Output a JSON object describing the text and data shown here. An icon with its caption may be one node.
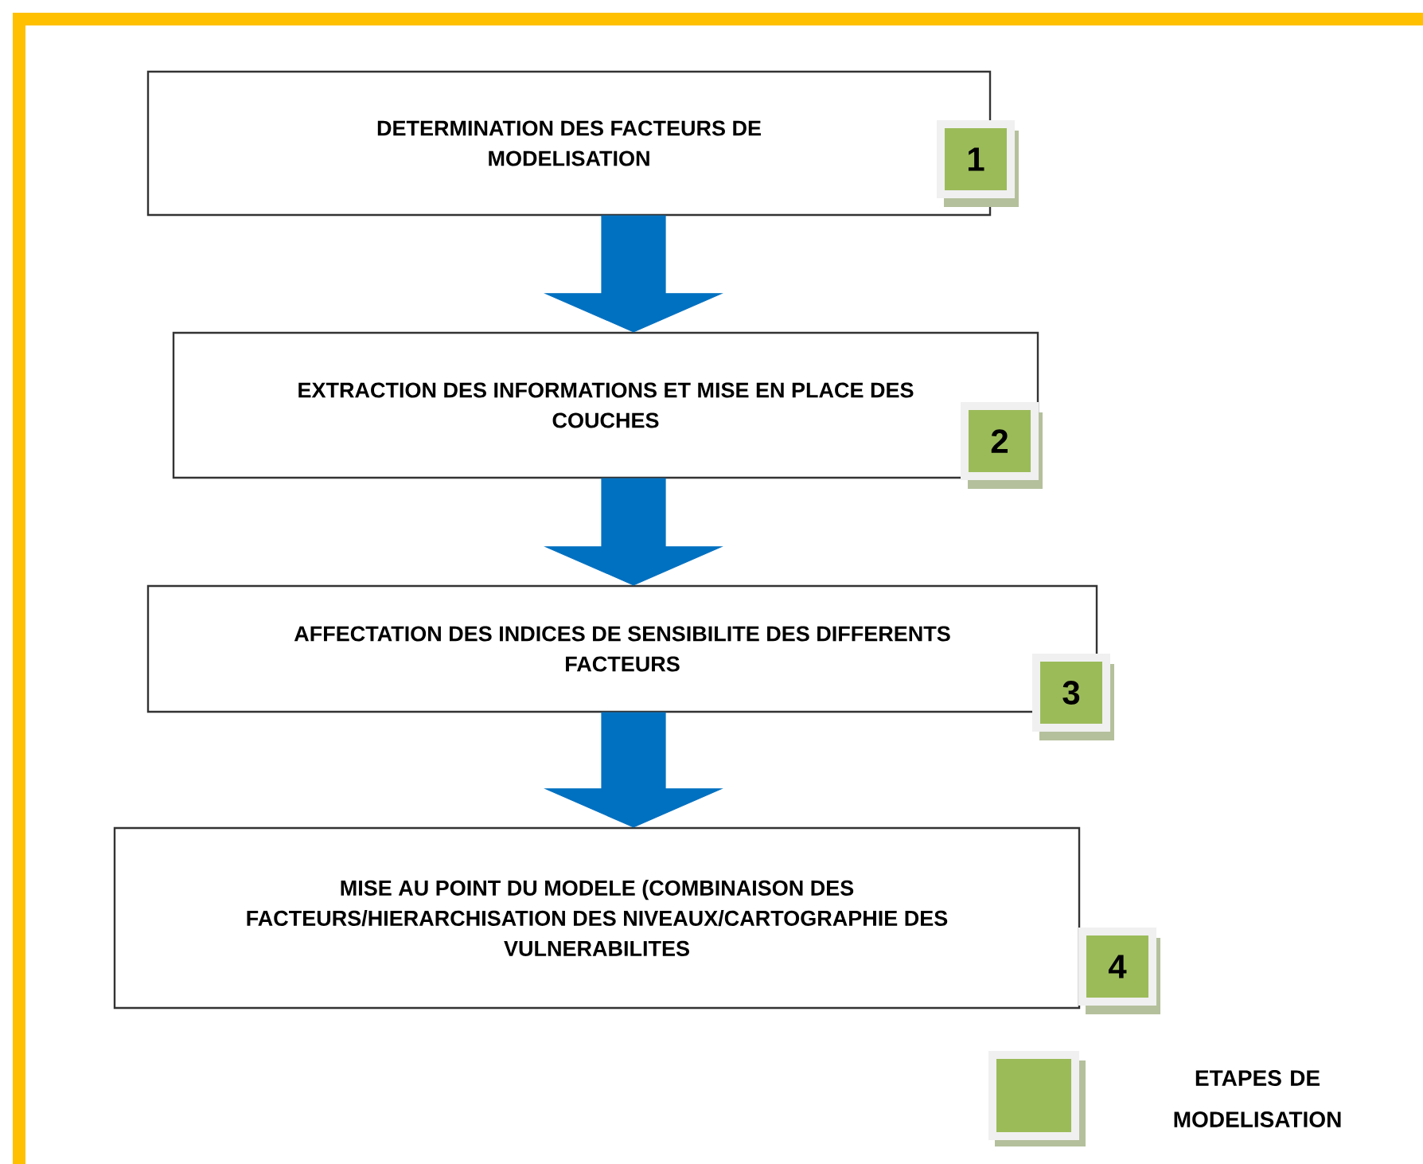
{
  "diagram": {
    "nodes": [
      {
        "text": [
          "DETERMINATION DES FACTEURS DE MODELISATION"
        ]
      },
      {
        "text": [
          "EXTRACTION DES INFORMATIONS ET MISE EN PLACE DES COUCHES"
        ]
      },
      {
        "text": [
          "AFFECTATION DES INDICES DE SENSIBILITE DES DIFFERENTS FACTEURS"
        ]
      },
      {
        "text": [
          "MISE AU POINT DU MODELE (COMBINAISON DES FACTEURS/HIERARCHISATION DES NIVEAUX/CARTOGRAPHIE DES VULNERABILITES"
        ]
      },
      {
        "text": [
          "1"
        ]
      },
      {
        "text": [
          "2"
        ]
      },
      {
        "text": [
          "3"
        ]
      },
      {
        "text": [
          "4"
        ]
      }
    ],
    "edges": [
      {
        "from": 0,
        "to": 1,
        "arrow": "to"
      },
      {
        "from": 1,
        "to": 2,
        "arrow": "to"
      },
      {
        "from": 2,
        "to": 3,
        "arrow": "to"
      }
    ],
    "legend": [
      {
        "text": "ETAPES DE MODELISATION",
        "color": "#9bbb59"
      }
    ]
  }
}
